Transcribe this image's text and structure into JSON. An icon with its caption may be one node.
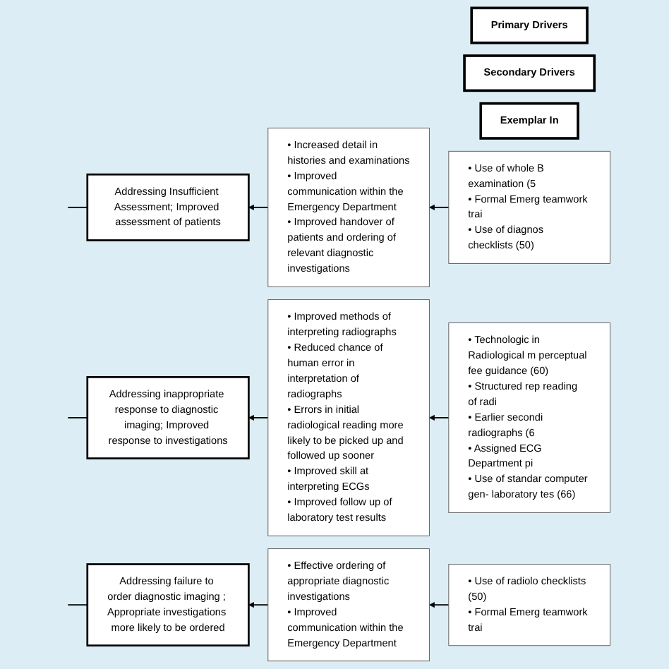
{
  "diagram": {
    "nodes": [
      {
        "text": [
          "Primary Drivers"
        ]
      },
      {
        "text": [
          "Secondary Drivers"
        ]
      },
      {
        "text": [
          "Exemplar In"
        ]
      },
      {
        "text": [
          "Addressing Insufficient Assessment; Improved assessment of patients"
        ]
      },
      {
        "text": [
          "• Increased detail in histories and examinations",
          "• Improved communication within the Emergency Department",
          "• Improved handover of patients and ordering of relevant diagnostic investigations"
        ]
      },
      {
        "text": [
          "• Use of whole B examination (5",
          "• Formal Emerg teamwork trai",
          "• Use of diagnos checklists (50)"
        ]
      },
      {
        "text": [
          "Addressing inappropriate response to diagnostic imaging; Improved response to investigations"
        ]
      },
      {
        "text": [
          "• Improved methods of interpreting radiographs",
          "• Reduced chance of human error in interpretation of radiographs",
          "• Errors in initial radiological reading more likely to be picked up and followed up sooner",
          "• Improved skill at interpreting ECGs",
          "• Improved follow up of laboratory test results"
        ]
      },
      {
        "text": [
          "• Technologic in Radiological m perceptual fee guidance (60)",
          "• Structured rep reading of radi",
          "• Earlier secondi radiographs (6",
          "• Assigned ECG Department pi",
          "• Use of standar computer gen- laboratory tes (66)"
        ]
      },
      {
        "text": [
          "Addressing failure to order diagnostic imaging ; Appropriate investigations more likely to be ordered"
        ]
      },
      {
        "text": [
          "• Effective ordering of appropriate diagnostic investigations",
          "• Improved communication within the Emergency Department"
        ]
      },
      {
        "text": [
          "• Use of radiolo checklists (50)",
          "• Formal Emerg teamwork trai"
        ]
      }
    ],
    "edges": [
      {
        "from": 5,
        "to": 4,
        "arrow": "to"
      },
      {
        "from": 4,
        "to": 3,
        "arrow": "to"
      },
      {
        "from": 3,
        "to": null,
        "arrow": "none"
      },
      {
        "from": 8,
        "to": 7,
        "arrow": "to"
      },
      {
        "from": 7,
        "to": 6,
        "arrow": "to"
      },
      {
        "from": 6,
        "to": null,
        "arrow": "none"
      },
      {
        "from": 11,
        "to": 10,
        "arrow": "to"
      },
      {
        "from": 10,
        "to": 9,
        "arrow": "to"
      },
      {
        "from": 9,
        "to": null,
        "arrow": "none"
      }
    ]
  }
}
